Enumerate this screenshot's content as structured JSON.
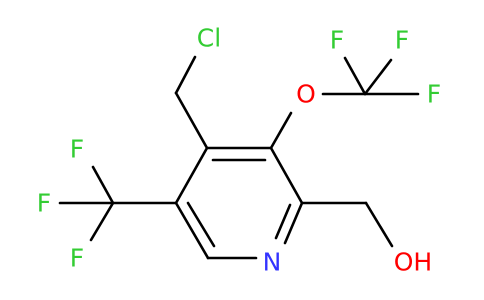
{
  "molecule": {
    "atoms": {
      "chlorine": "Cl",
      "ether_oxygen": "O",
      "fluorine_ocf3_1": "F",
      "fluorine_ocf3_2": "F",
      "fluorine_ocf3_3": "F",
      "fluorine_cf3_1": "F",
      "fluorine_cf3_2": "F",
      "fluorine_cf3_3": "F",
      "ring_nitrogen": "N",
      "hydroxyl": "OH"
    }
  },
  "colors": {
    "bond": "#000000",
    "chlorine": "#33cc33",
    "oxygen": "#ff0000",
    "fluorine": "#33cc33",
    "nitrogen": "#3333ff",
    "background": "#ffffff"
  }
}
